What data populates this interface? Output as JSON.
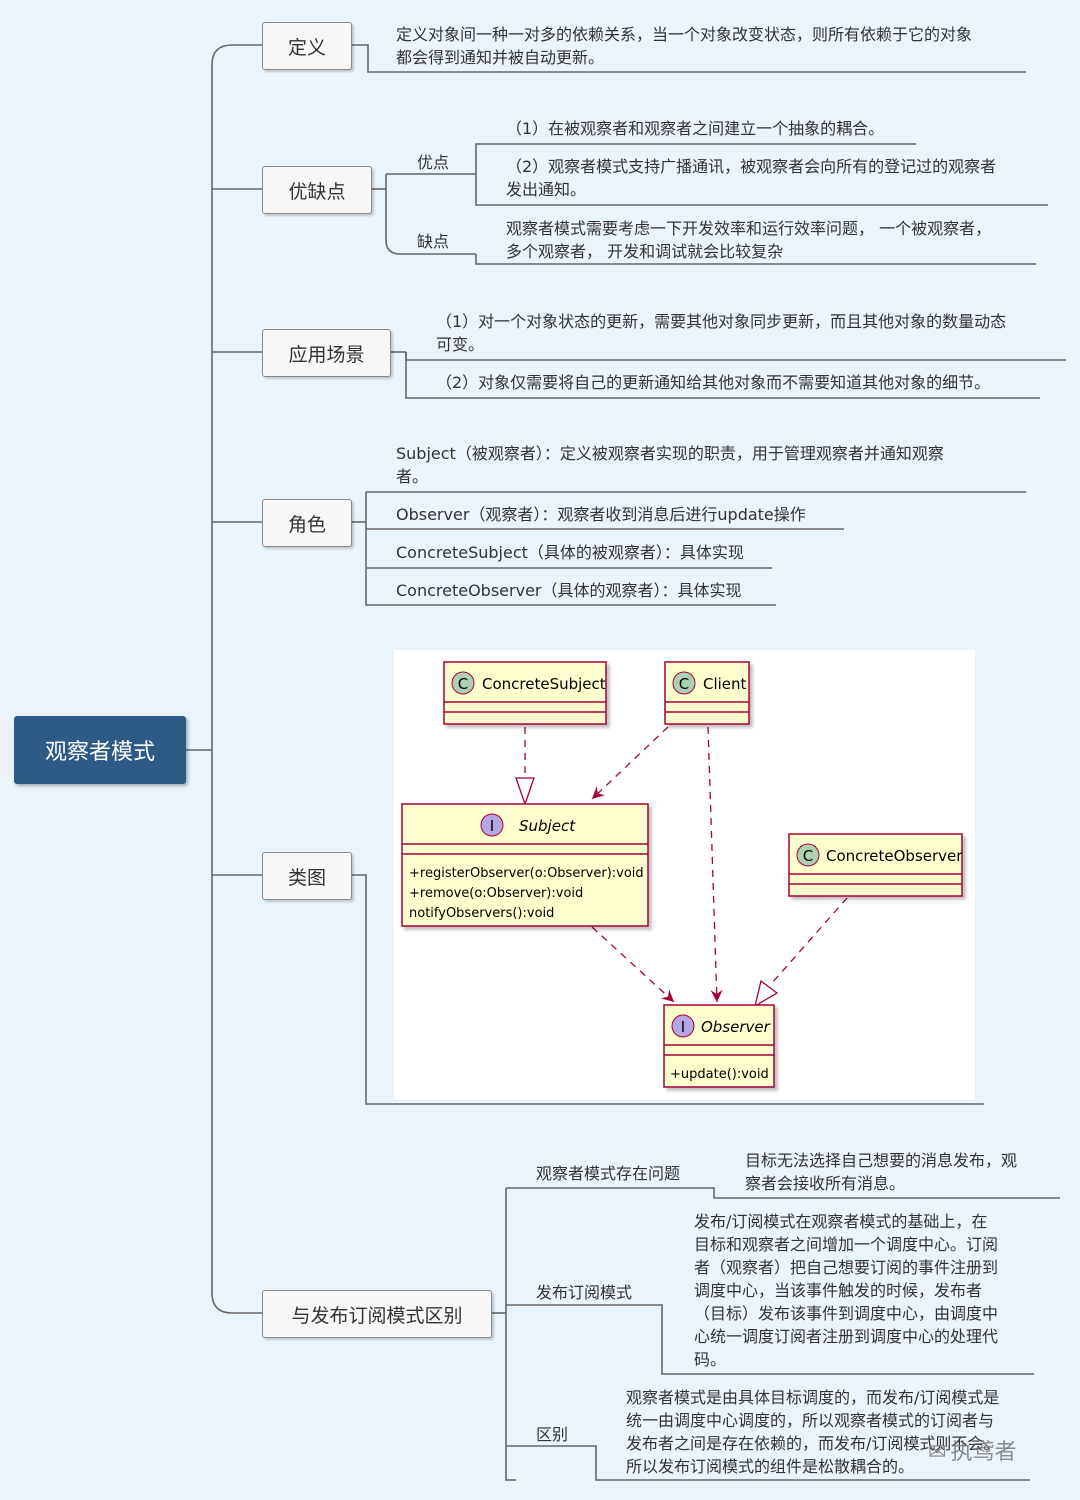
{
  "root": {
    "label": "观察者模式"
  },
  "definition": {
    "label": "定义",
    "text": [
      "定义对象间一种一对多的依赖关系，当一个对象改变状态，则所有依赖于它的对象",
      "都会得到通知并被自动更新。"
    ]
  },
  "pros_cons": {
    "label": "优缺点",
    "pros_label": "优点",
    "pros": [
      [
        "（1）在被观察者和观察者之间建立一个抽象的耦合。"
      ],
      [
        "（2）观察者模式支持广播通讯，被观察者会向所有的登记过的观察者",
        "发出通知。"
      ]
    ],
    "cons_label": "缺点",
    "cons": [
      "观察者模式需要考虑一下开发效率和运行效率问题， 一个被观察者，",
      "多个观察者， 开发和调试就会比较复杂"
    ]
  },
  "scenarios": {
    "label": "应用场景",
    "items": [
      [
        "（1）对一个对象状态的更新，需要其他对象同步更新，而且其他对象的数量动态",
        "可变。"
      ],
      [
        "（2）对象仅需要将自己的更新通知给其他对象而不需要知道其他对象的细节。"
      ]
    ]
  },
  "roles": {
    "label": "角色",
    "items": [
      [
        "Subject（被观察者）：定义被观察者实现的职责，用于管理观察者并通知观察",
        "者。"
      ],
      [
        "Observer（观察者）：观察者收到消息后进行update操作"
      ],
      [
        "ConcreteSubject（具体的被观察者）：具体实现"
      ],
      [
        "ConcreteObserver（具体的观察者）：具体实现"
      ]
    ]
  },
  "class_diagram": {
    "label": "类图",
    "classes": {
      "concrete_subject": {
        "stereotype": "C",
        "name": "ConcreteSubject"
      },
      "client": {
        "stereotype": "C",
        "name": "Client"
      },
      "subject": {
        "stereotype": "I",
        "name": "Subject",
        "methods": [
          "+registerObserver(o:Observer):void",
          "+remove(o:Observer):void",
          "notifyObservers():void"
        ]
      },
      "concrete_observer": {
        "stereotype": "C",
        "name": "ConcreteObserver"
      },
      "observer": {
        "stereotype": "I",
        "name": "Observer",
        "methods": [
          "+update():void"
        ]
      }
    },
    "colors": {
      "class_fill": "#fefece",
      "class_border": "#a80036",
      "class_circle": "#add1b2",
      "interface_circle": "#b4a7e5"
    }
  },
  "pubsub": {
    "label": "与发布订阅模式区别",
    "items": [
      {
        "label": "观察者模式存在问题",
        "text": [
          "目标无法选择自己想要的消息发布，观",
          "察者会接收所有消息。"
        ]
      },
      {
        "label": "发布订阅模式",
        "text": [
          "发布/订阅模式在观察者模式的基础上，在",
          "目标和观察者之间增加一个调度中心。订阅",
          "者（观察者）把自己想要订阅的事件注册到",
          "调度中心，当该事件触发的时候，发布者",
          "（目标）发布该事件到调度中心，由调度中",
          "心统一调度订阅者注册到调度中心的处理代",
          "码。"
        ]
      },
      {
        "label": "区别",
        "text": [
          "观察者模式是由具体目标调度的，而发布/订阅模式是",
          "统一由调度中心调度的，所以观察者模式的订阅者与",
          "发布者之间是存在依赖的，而发布/订阅模式则不会。",
          "所以发布订阅模式的组件是松散耦合的。"
        ]
      }
    ]
  },
  "watermark": {
    "text": "执鸢者"
  }
}
